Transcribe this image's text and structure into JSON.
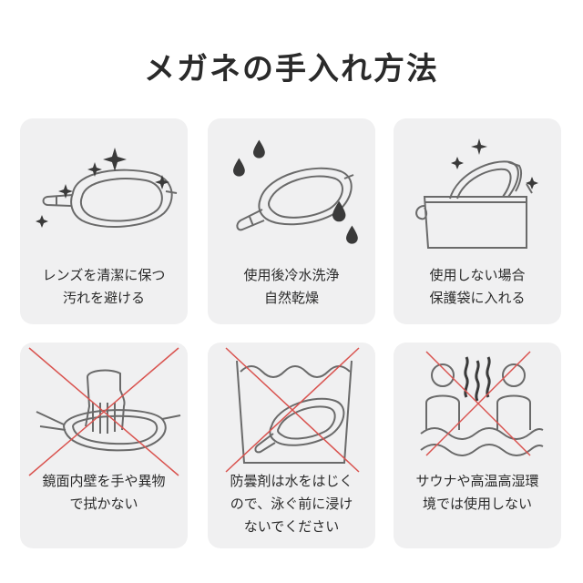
{
  "title": "メガネの手入れ方法",
  "cards": [
    {
      "lines": [
        "レンズを清潔に保つ",
        "汚れを避ける"
      ]
    },
    {
      "lines": [
        "使用後冷水洗浄",
        "自然乾燥"
      ]
    },
    {
      "lines": [
        "使用しない場合",
        "保護袋に入れる"
      ]
    },
    {
      "lines": [
        "鏡面内壁を手や異物",
        "で拭かない"
      ]
    },
    {
      "lines": [
        "防曇剤は水をはじく",
        "ので、泳ぐ前に浸け",
        "ないでください"
      ]
    },
    {
      "lines": [
        "サウナや高温高湿環",
        "境では使用しない"
      ]
    }
  ],
  "colors": {
    "card_bg": "#f0f0f1",
    "line": "#6a6a6a",
    "icon_dark": "#3a3a3a",
    "prohibit": "#d9534f"
  },
  "icons": [
    "goggle-sparkle-icon",
    "goggle-water-drops-icon",
    "goggle-pouch-icon",
    "no-touch-lens-icon",
    "no-water-soak-icon",
    "no-sauna-icon"
  ]
}
